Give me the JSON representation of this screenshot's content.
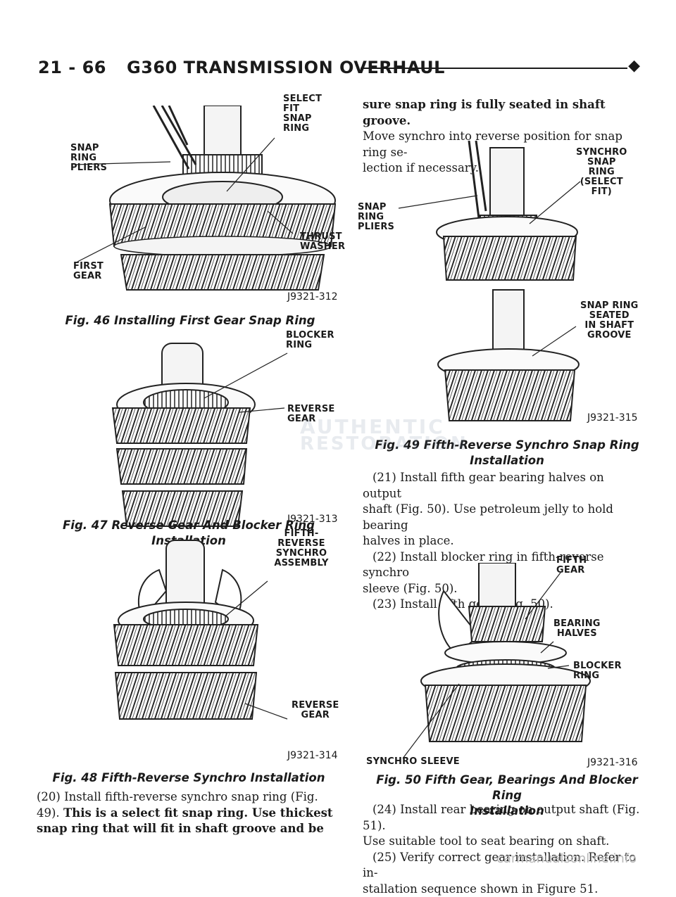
{
  "header": {
    "page_number": "21 - 66",
    "title": "G360 TRANSMISSION OVERHAUL",
    "marker": "◆"
  },
  "fig46": {
    "labels": {
      "select_fit_snap_ring": "SELECT\nFIT\nSNAP\nRING",
      "snap_ring_pliers": "SNAP\nRING\nPLIERS",
      "thrust_washer": "THRUST\nWASHER",
      "first_gear": "FIRST\nGEAR"
    },
    "id": "J9321-312",
    "caption": "Fig. 46 Installing First Gear Snap Ring"
  },
  "fig47": {
    "labels": {
      "blocker_ring": "BLOCKER\nRING",
      "reverse_gear": "REVERSE\nGEAR"
    },
    "id": "J9321-313",
    "caption": "Fig. 47 Reverse Gear And Blocker Ring Installation"
  },
  "fig48": {
    "labels": {
      "synchro_assembly": "FIFTH-REVERSE\nSYNCHRO\nASSEMBLY",
      "reverse_gear": "REVERSE\nGEAR"
    },
    "id": "J9321-314",
    "caption": "Fig. 48 Fifth-Reverse Synchro Installation"
  },
  "fig49": {
    "labels": {
      "synchro_snap_ring": "SYNCHRO\nSNAP\nRING\n(SELECT\nFIT)",
      "snap_ring_pliers": "SNAP\nRING\nPLIERS",
      "seated": "SNAP RING\nSEATED\nIN SHAFT\nGROOVE"
    },
    "id": "J9321-315",
    "caption_line1": "Fig. 49 Fifth-Reverse Synchro Snap Ring",
    "caption_line2": "Installation"
  },
  "fig50": {
    "labels": {
      "fifth_gear": "FIFTH\nGEAR",
      "bearing_halves": "BEARING\nHALVES",
      "blocker_ring": "BLOCKER RING",
      "synchro_sleeve": "SYNCHRO SLEEVE"
    },
    "id": "J9321-316",
    "caption_line1": "Fig. 50 Fifth Gear, Bearings And Blocker Ring",
    "caption_line2": "Installation"
  },
  "text": {
    "step20_line1": "(20) Install fifth-reverse synchro snap ring (Fig.",
    "step20_line2_plain": "49). ",
    "step20_line2_bold": "This is a select fit snap ring. Use thickest",
    "step20_line3_bold": "snap ring that will fit in shaft groove and be",
    "right_line1_bold": "sure snap ring is fully seated in shaft groove.",
    "right_line2": "Move synchro into reverse position for snap ring se-",
    "right_line3": "lection if necessary.",
    "step21_line1": "(21) Install fifth gear bearing halves on output",
    "step21_line2": "shaft (Fig. 50). Use petroleum jelly to hold bearing",
    "step21_line3": "halves in place.",
    "step22_line1": "(22) Install blocker ring in fifth-reverse synchro",
    "step22_line2": "sleeve (Fig. 50).",
    "step23": "(23) Install fifth gear (Fig. 50).",
    "step24_line1": "(24) Install rear bearing on output shaft (Fig. 51).",
    "step24_line2": "Use suitable tool to seat bearing on shaft.",
    "step25_line1": "(25) Verify correct gear installation. Refer to in-",
    "step25_line2": "stallation sequence shown in Figure 51."
  },
  "watermark": {
    "line1": "AUTHENTIC",
    "line2": "RESTORATION"
  },
  "footer": {
    "site": "carmanualsonline.info"
  }
}
